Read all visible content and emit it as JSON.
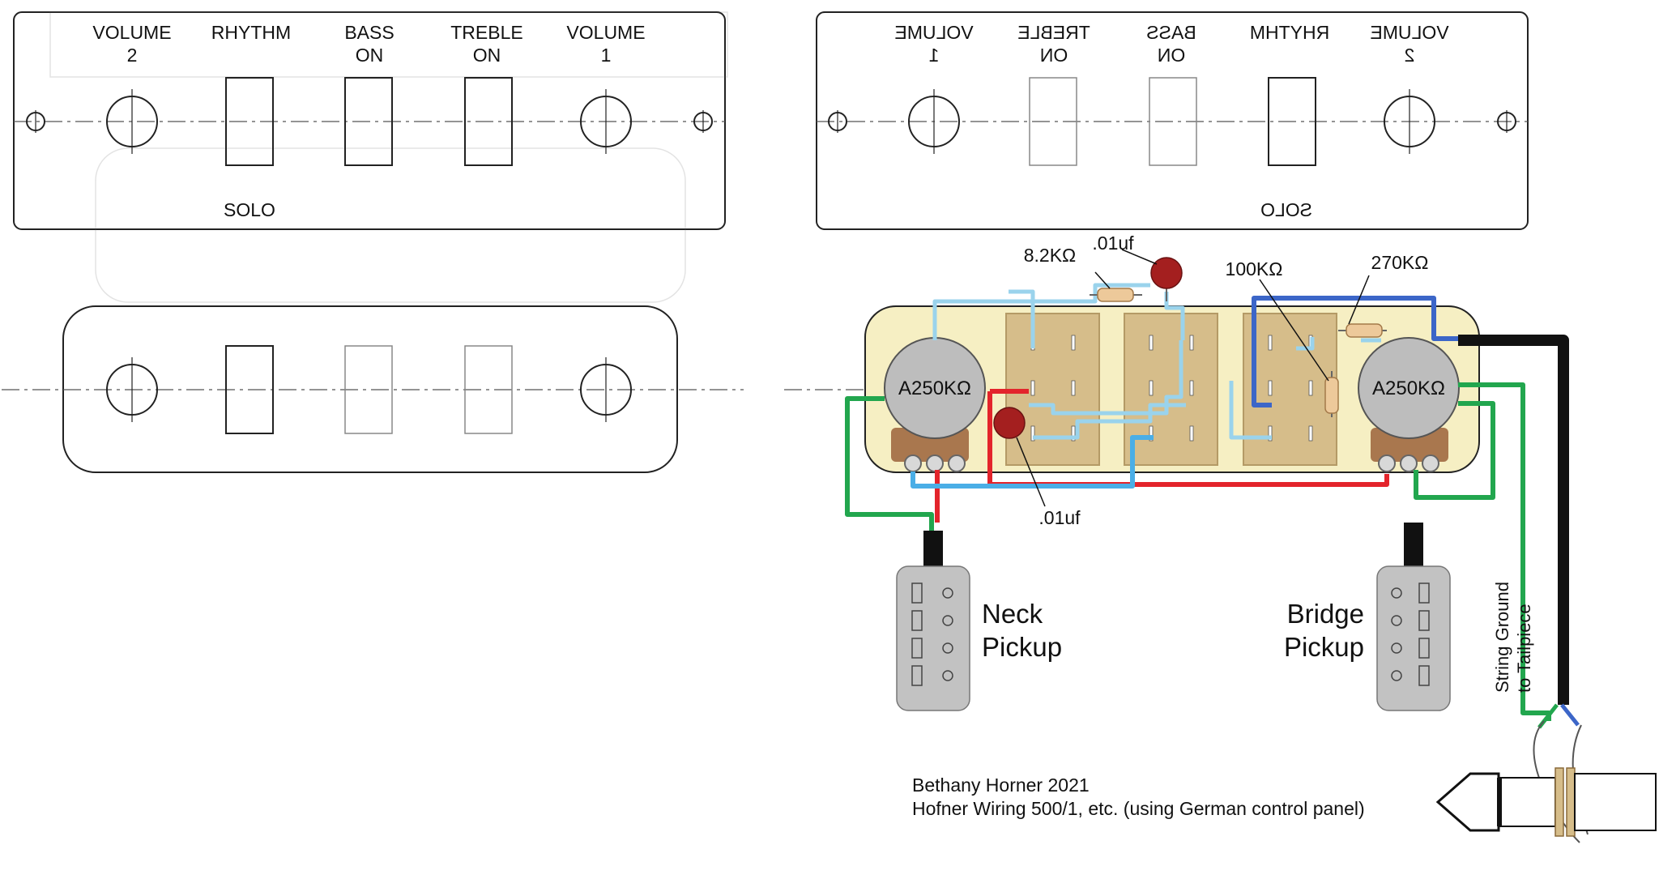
{
  "colors": {
    "panel_fill": "#f6efc3",
    "switch_fill": "#d6bd8a",
    "pot_fill": "#bdbdbd",
    "pot_lug": "#a9774e",
    "pickup_fill": "#c2c2c2",
    "wire_light_blue": "#9ad3ec",
    "wire_blue": "#3c66c8",
    "wire_red": "#e3242b",
    "wire_green": "#22a64e",
    "wire_black": "#111111",
    "cap_red": "#a41f1f",
    "resistor_tan": "#edc99a"
  },
  "front_panel": {
    "labels": [
      {
        "line1": "VOLUME",
        "line2": "2"
      },
      {
        "line1": "RHYTHM",
        "line2": ""
      },
      {
        "line1": "BASS",
        "line2": "ON"
      },
      {
        "line1": "TREBLE",
        "line2": "ON"
      },
      {
        "line1": "VOLUME",
        "line2": "1"
      }
    ],
    "bottom_label": "SOLO"
  },
  "back_panel": {
    "labels": [
      {
        "line1": "VOLUME",
        "line2": "1"
      },
      {
        "line1": "TREBLE",
        "line2": "ON"
      },
      {
        "line1": "BASS",
        "line2": "ON"
      },
      {
        "line1": "RHYTHM",
        "line2": ""
      },
      {
        "line1": "VOLUME",
        "line2": "2"
      }
    ],
    "bottom_label": "SOLO"
  },
  "wiring": {
    "pot_left_label": "A250KΩ",
    "pot_right_label": "A250KΩ",
    "resistor_8k2": "8.2KΩ",
    "cap_top": ".01uf",
    "resistor_100k": "100KΩ",
    "resistor_270k": "270KΩ",
    "cap_bottom": ".01uf",
    "neck_pickup": {
      "line1": "Neck",
      "line2": "Pickup"
    },
    "bridge_pickup": {
      "line1": "Bridge",
      "line2": "Pickup"
    },
    "string_ground": {
      "line1": "String Ground",
      "line2": "to Tailpiece"
    }
  },
  "credit": {
    "line1": "Bethany Horner 2021",
    "line2": "Hofner Wiring 500/1, etc. (using German control panel)"
  }
}
